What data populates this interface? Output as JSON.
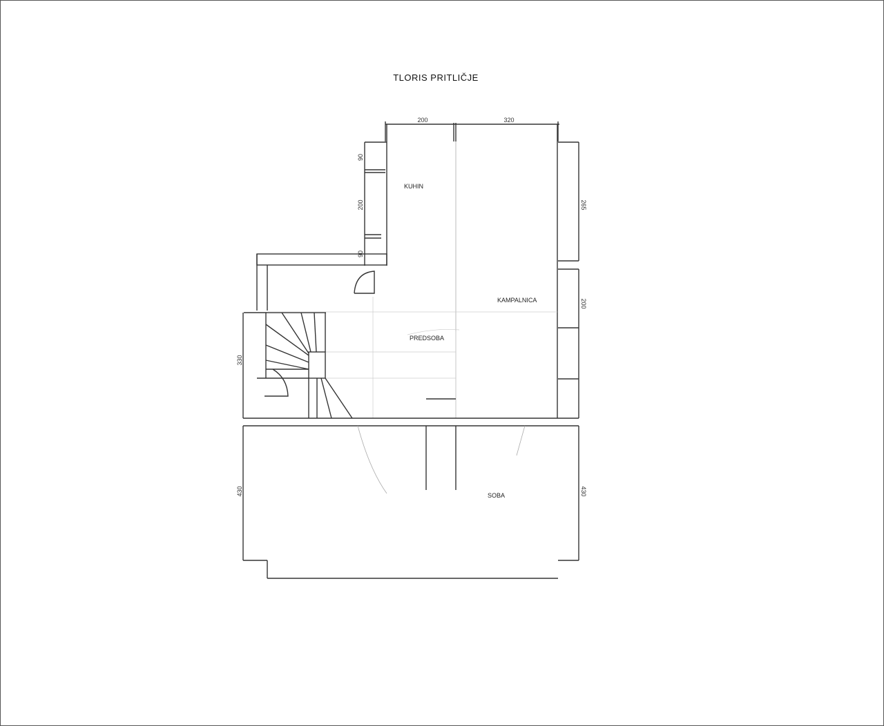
{
  "title": "TLORIS  PRITLIČJE",
  "dimensions": {
    "top_left": "200",
    "top_right": "320",
    "left_upper_1": "90",
    "left_upper_2": "200",
    "left_upper_3": "90",
    "right_upper": "265",
    "right_middle": "200",
    "left_middle": "330",
    "left_lower": "430",
    "right_lower": "430"
  },
  "rooms": {
    "kitchen": "KUHIN",
    "bathroom": "KAMPALNICA",
    "hall": "PREDSOBA",
    "living": "SOBA"
  },
  "colors": {
    "line": "#333333",
    "faint": "#aaaaaa"
  }
}
